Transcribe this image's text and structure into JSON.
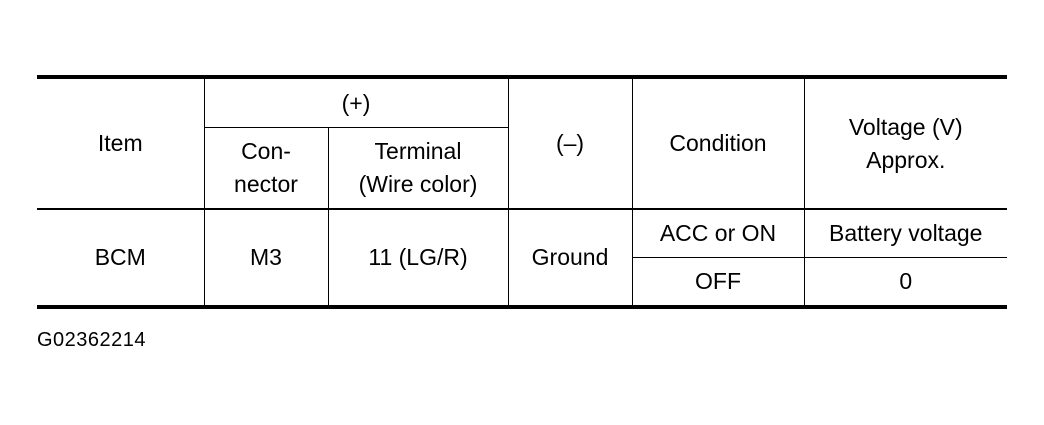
{
  "table": {
    "headers": {
      "item": "Item",
      "plus": "(+)",
      "connector": "Con-\nnector",
      "terminal": "Terminal\n(Wire color)",
      "minus": "(–)",
      "condition": "Condition",
      "voltage": "Voltage (V)\nApprox."
    },
    "row": {
      "item": "BCM",
      "connector": "M3",
      "terminal": "11 (LG/R)",
      "minus": "Ground",
      "conditions": [
        {
          "condition": "ACC or ON",
          "voltage": "Battery voltage"
        },
        {
          "condition": "OFF",
          "voltage": "0"
        }
      ]
    }
  },
  "figure_id": "G02362214"
}
